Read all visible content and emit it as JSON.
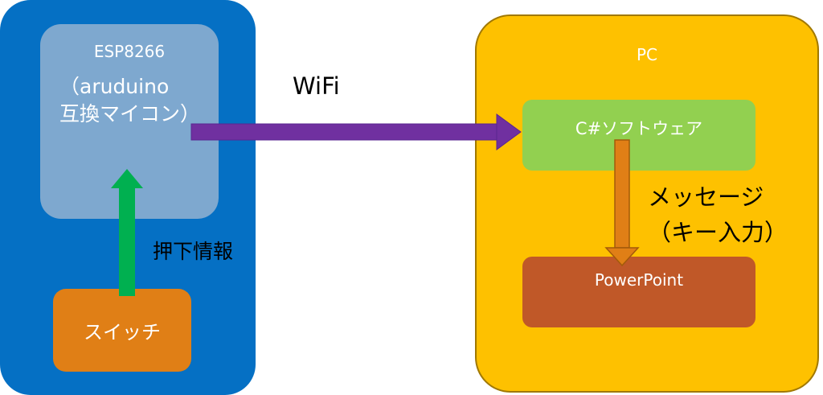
{
  "device_panel": {
    "esp": {
      "line1": "ESP8266",
      "line2": "（aruduino",
      "line3": "互換マイコン）"
    },
    "switch_label": "スイッチ",
    "press_label": "押下情報"
  },
  "wifi_label": "WiFi",
  "pc_panel": {
    "label": "PC",
    "software_label": "C#ソフトウェア",
    "powerpoint_label": "PowerPoint",
    "message_line1": "メッセージ",
    "message_line2": "（キー入力）"
  },
  "colors": {
    "device_panel": "#0570c4",
    "esp_box": "#7ea8cf",
    "switch_box": "#e07f16",
    "pc_panel": "#fec100",
    "software_box": "#92d050",
    "powerpoint_box": "#c05828",
    "wifi_arrow": "#7030a0",
    "press_arrow": "#00b050",
    "message_arrow": "#e07f16"
  }
}
